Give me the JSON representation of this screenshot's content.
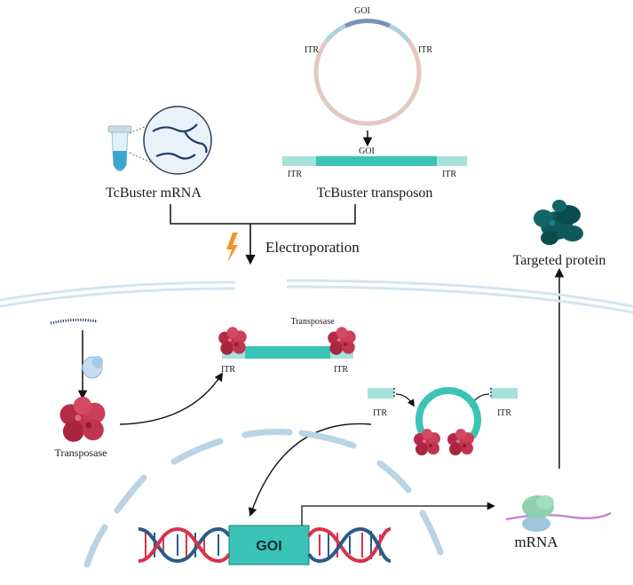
{
  "plasmid": {
    "goi_label": "GOI",
    "itr_left_label": "ITR",
    "itr_right_label": "ITR"
  },
  "linear_transposon": {
    "goi_label": "GOI",
    "itr_left_label": "ITR",
    "itr_right_label": "ITR",
    "title": "TcBuster transposon"
  },
  "mrna_tube": {
    "title": "TcBuster mRNA"
  },
  "electroporation": {
    "label": "Electroporation"
  },
  "targeted_protein": {
    "label": "Targeted protein"
  },
  "cell_left": {
    "transposase_label": "Transposase"
  },
  "complex": {
    "title": "Transposase",
    "itr_left_label": "ITR",
    "itr_right_label": "ITR"
  },
  "excision": {
    "itr_left_label": "ITR",
    "itr_right_label": "ITR"
  },
  "genome": {
    "goi_label": "GOI"
  },
  "translation": {
    "mrna_label": "mRNA"
  },
  "colors": {
    "teal": "#3cc3b7",
    "teal_light": "#a6e1da",
    "plasmid_blue": "#7b8fb8",
    "plasmid_light_blue": "#a8d4e0",
    "plasmid_pink": "#e3c8c1",
    "transposase_red": "#c0344f",
    "protein_dark": "#0e5a5b",
    "membrane": "#cfe3ee",
    "dna_red": "#d9314a",
    "dna_blue": "#2b5b8a",
    "lightning": "#f0962b"
  }
}
